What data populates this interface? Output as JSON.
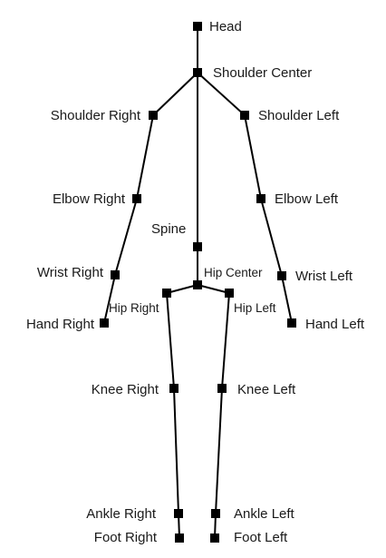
{
  "joints": {
    "head": {
      "label": "Head"
    },
    "shoulder_center": {
      "label": "Shoulder Center"
    },
    "shoulder_right": {
      "label": "Shoulder Right"
    },
    "shoulder_left": {
      "label": "Shoulder Left"
    },
    "elbow_right": {
      "label": "Elbow Right"
    },
    "elbow_left": {
      "label": "Elbow Left"
    },
    "spine": {
      "label": "Spine"
    },
    "wrist_right": {
      "label": "Wrist Right"
    },
    "wrist_left": {
      "label": "Wrist Left"
    },
    "hip_center": {
      "label": "Hip Center"
    },
    "hip_right": {
      "label": "Hip Right"
    },
    "hip_left": {
      "label": "Hip Left"
    },
    "hand_right": {
      "label": "Hand Right"
    },
    "hand_left": {
      "label": "Hand Left"
    },
    "knee_right": {
      "label": "Knee Right"
    },
    "knee_left": {
      "label": "Knee Left"
    },
    "ankle_right": {
      "label": "Ankle Right"
    },
    "ankle_left": {
      "label": "Ankle Left"
    },
    "foot_right": {
      "label": "Foot Right"
    },
    "foot_left": {
      "label": "Foot Left"
    }
  },
  "colors": {
    "bone": "#000000",
    "joint": "#000000",
    "label": "#1a1a1a"
  }
}
